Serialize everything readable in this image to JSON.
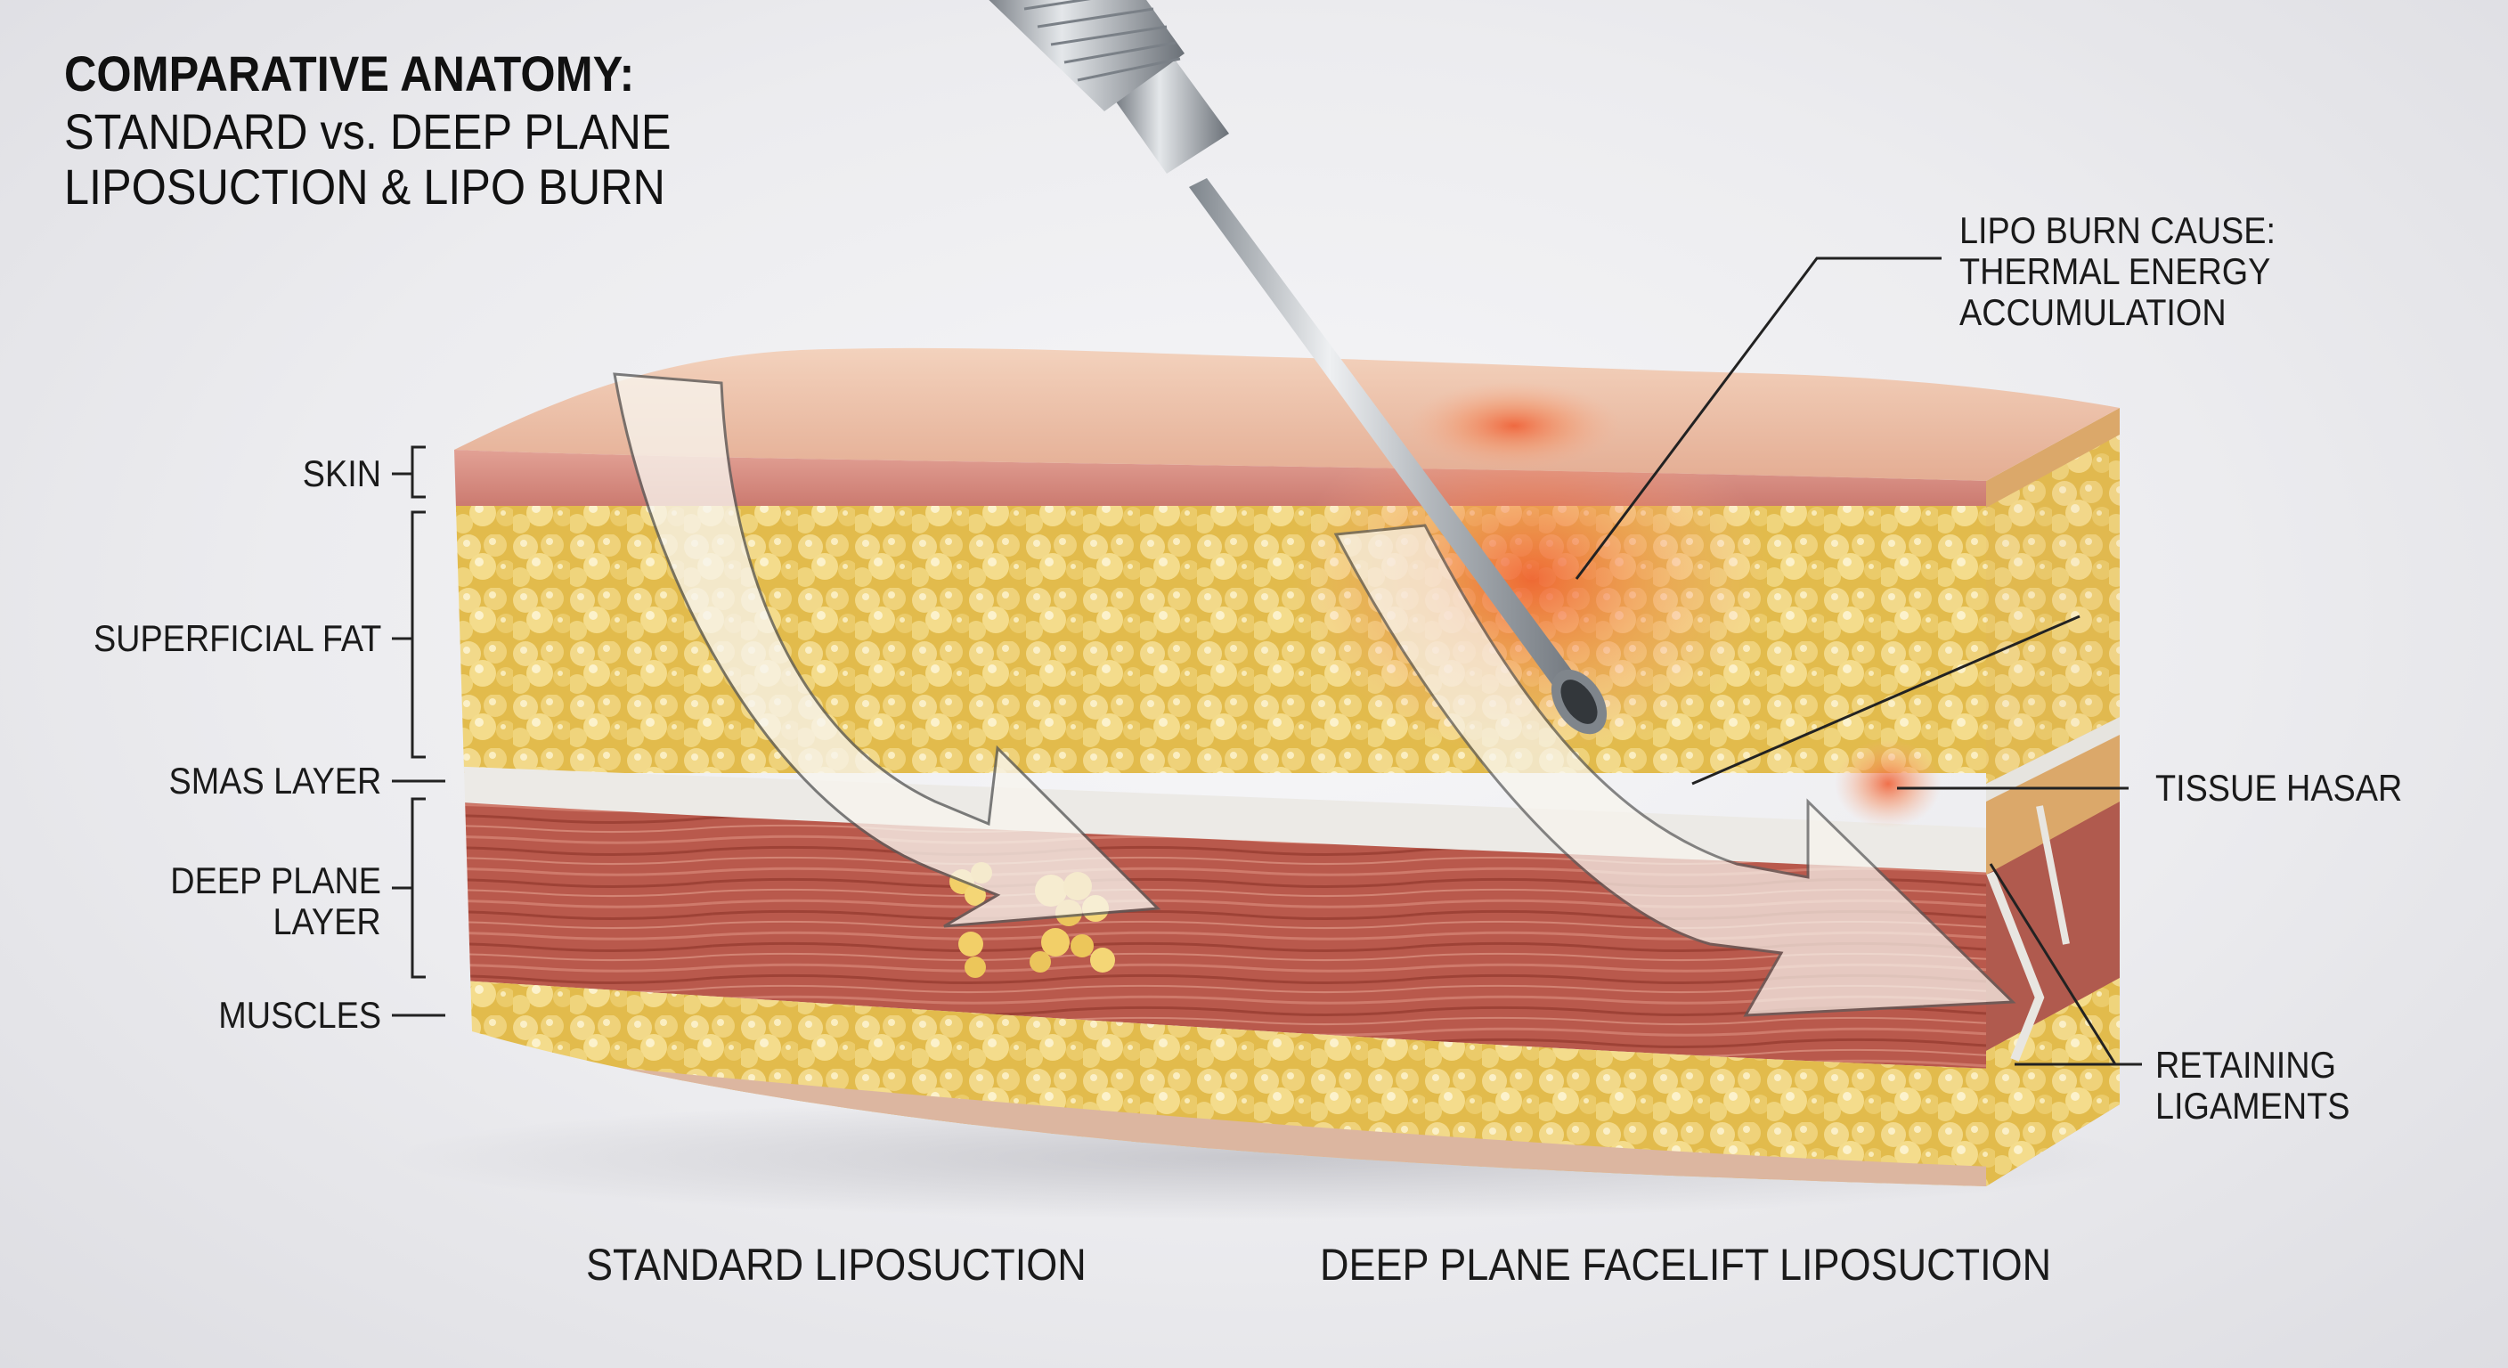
{
  "title": {
    "line1": "COMPARATIVE ANATOMY:",
    "line2": "STANDARD vs. DEEP PLANE",
    "line3": "LIPOSUCTION & LIPO BURN"
  },
  "left_labels": {
    "skin": "SKIN",
    "superficial_fat": "SUPERFICIAL FAT",
    "smas_layer": "SMAS LAYER",
    "deep_plane_line1": "DEEP PLANE",
    "deep_plane_line2": "LAYER",
    "muscles": "MUSCLES"
  },
  "right_labels": {
    "lipo_burn_line1": "LIPO BURN CAUSE:",
    "lipo_burn_line2": "THERMAL ENERGY",
    "lipo_burn_line3": "ACCUMULATION",
    "tissue_damage": "TISSUE HASAR",
    "retaining_line1": "RETAINING",
    "retaining_line2": "LIGAMENTS"
  },
  "bottom_labels": {
    "standard": "STANDARD LIPOSUCTION",
    "deep_plane": "DEEP PLANE FACELIFT LIPOSUCTION"
  },
  "colors": {
    "skin_top": "#edc2a8",
    "dermis": "#d98e84",
    "fat": "#ecd06a",
    "smas": "#e8e6e2",
    "muscle": "#b5584b",
    "burn": "#f0683c",
    "cannula": "#b8bcc0"
  }
}
